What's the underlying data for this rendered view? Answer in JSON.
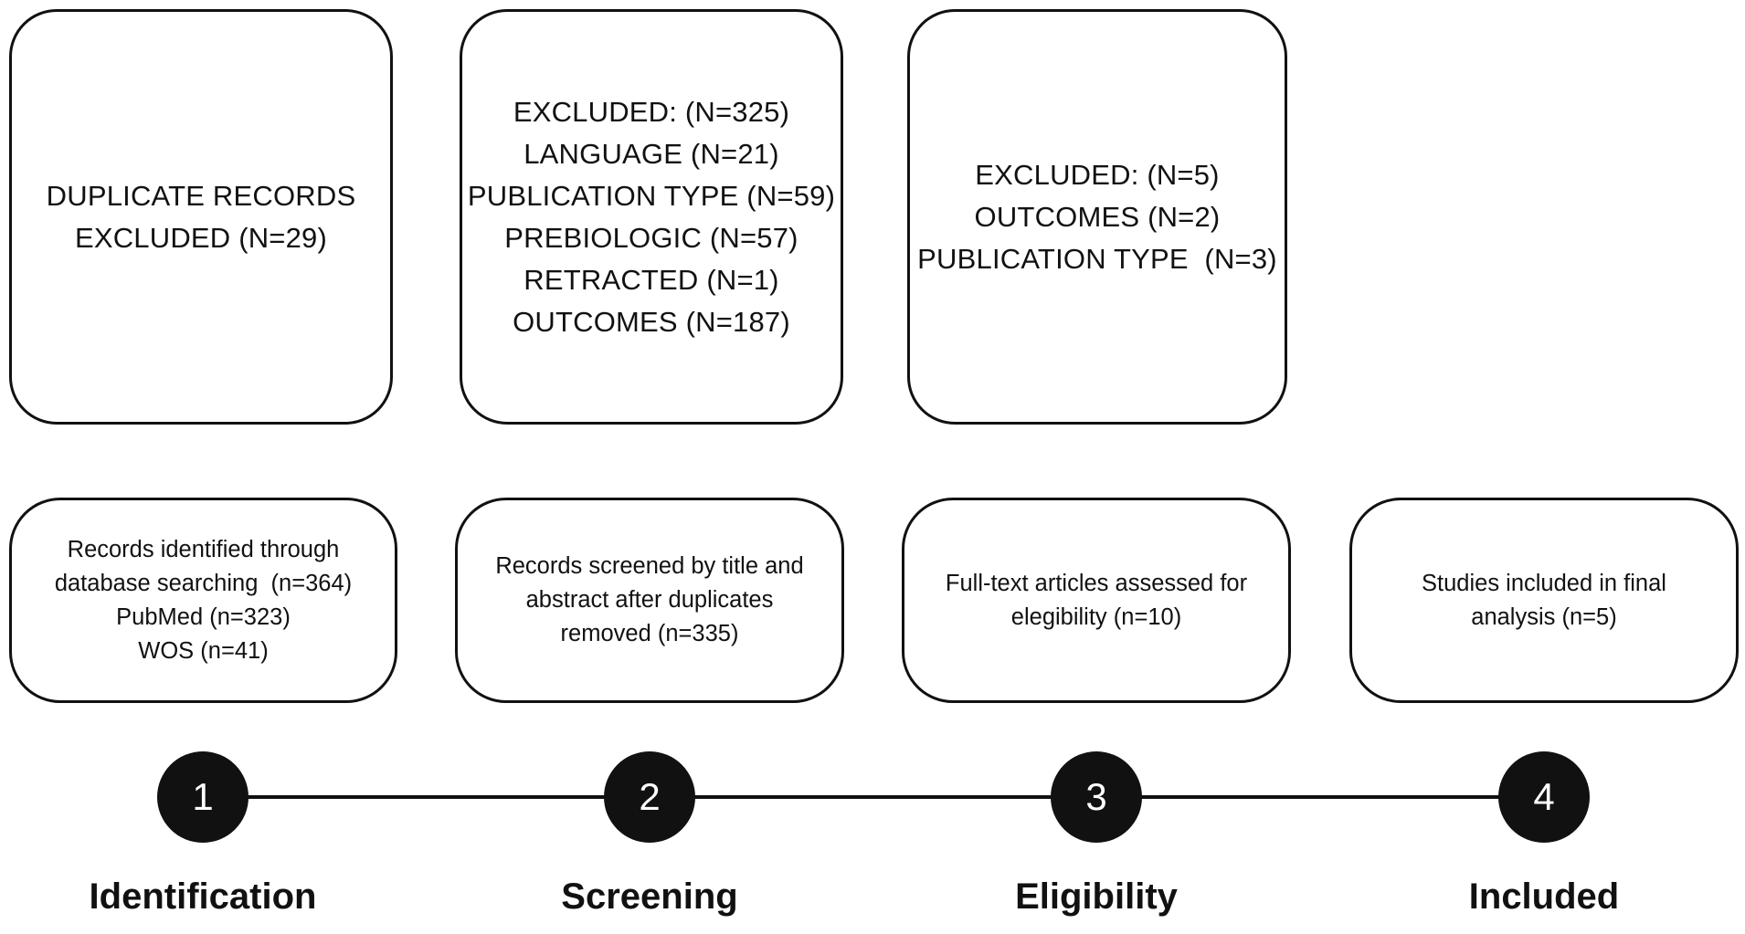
{
  "excluded_boxes": [
    {
      "lines": [
        "DUPLICATE RECORDS",
        "EXCLUDED (N=29)"
      ]
    },
    {
      "lines": [
        "EXCLUDED: (N=325)",
        "LANGUAGE (N=21)",
        "PUBLICATION TYPE (N=59)",
        "PREBIOLOGIC (N=57)",
        "RETRACTED (N=1)",
        "OUTCOMES (N=187)"
      ]
    },
    {
      "lines": [
        "EXCLUDED: (N=5)",
        "OUTCOMES (N=2)",
        "PUBLICATION TYPE  (N=3)"
      ]
    }
  ],
  "stage_boxes": [
    {
      "lines": [
        "Records identified through",
        "database searching  (n=364)",
        "PubMed (n=323)",
        "WOS (n=41)"
      ]
    },
    {
      "lines": [
        "Records screened by title and",
        "abstract after duplicates",
        "removed (n=335)"
      ]
    },
    {
      "lines": [
        "Full-text articles assessed for",
        "elegibility (n=10)"
      ]
    },
    {
      "lines": [
        "Studies included in final",
        "analysis (n=5)"
      ]
    }
  ],
  "steps": [
    {
      "number": "1",
      "label": "Identification"
    },
    {
      "number": "2",
      "label": "Screening"
    },
    {
      "number": "3",
      "label": "Eligibility"
    },
    {
      "number": "4",
      "label": "Included"
    }
  ],
  "colors": {
    "stroke": "#111111",
    "circle_fill": "#111111",
    "circle_text": "#ffffff",
    "background": "#ffffff"
  }
}
